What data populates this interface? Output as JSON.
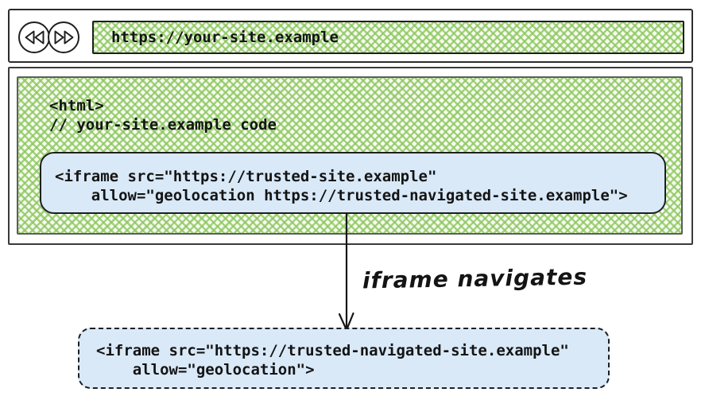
{
  "colors": {
    "hatch_green": "#8ec761",
    "box_blue": "#d9e9f8",
    "line_dark": "#1f1f1f"
  },
  "browser_chrome": {
    "back_icon": "rewind-icon",
    "forward_icon": "fast-forward-icon",
    "url": "https://your-site.example"
  },
  "page": {
    "code_line1": "<html>",
    "code_line2": "// your-site.example code"
  },
  "iframe_box": {
    "code_line1": "<iframe src=\"https://trusted-site.example\"",
    "code_line2": "    allow=\"geolocation https://trusted-navigated-site.example\">"
  },
  "annotation": {
    "arrow_label": "iframe navigates"
  },
  "navigated_iframe_box": {
    "code_line1": "<iframe src=\"https://trusted-navigated-site.example\"",
    "code_line2": "    allow=\"geolocation\">"
  }
}
